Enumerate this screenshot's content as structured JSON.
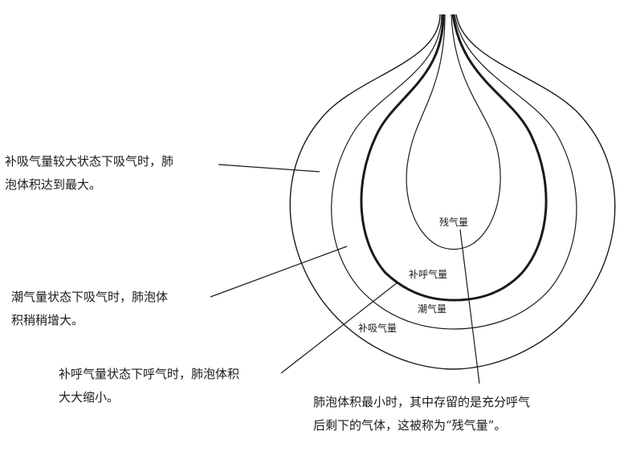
{
  "zones": {
    "residual": "残气量",
    "expiratory_reserve": "补呼气量",
    "tidal": "潮气量",
    "inspiratory_reserve": "补吸气量"
  },
  "callouts": {
    "inspiratory_reserve": {
      "line1": "补吸气量较大状态下吸气时，肺",
      "line2": "泡体积达到最大。"
    },
    "tidal": {
      "line1": "潮气量状态下吸气时，肺泡体",
      "line2": "积稍稍增大。"
    },
    "expiratory_reserve": {
      "line1": "补呼气量状态下呼气时，肺泡体积",
      "line2": "大大缩小。"
    },
    "residual": {
      "line1": "肺泡体积最小时，其中存留的是充分呼气",
      "line2": "后剩下的气体，这被称为“残气量”。"
    }
  },
  "colors": {
    "line": "#1a1a1a",
    "background": "#ffffff"
  }
}
